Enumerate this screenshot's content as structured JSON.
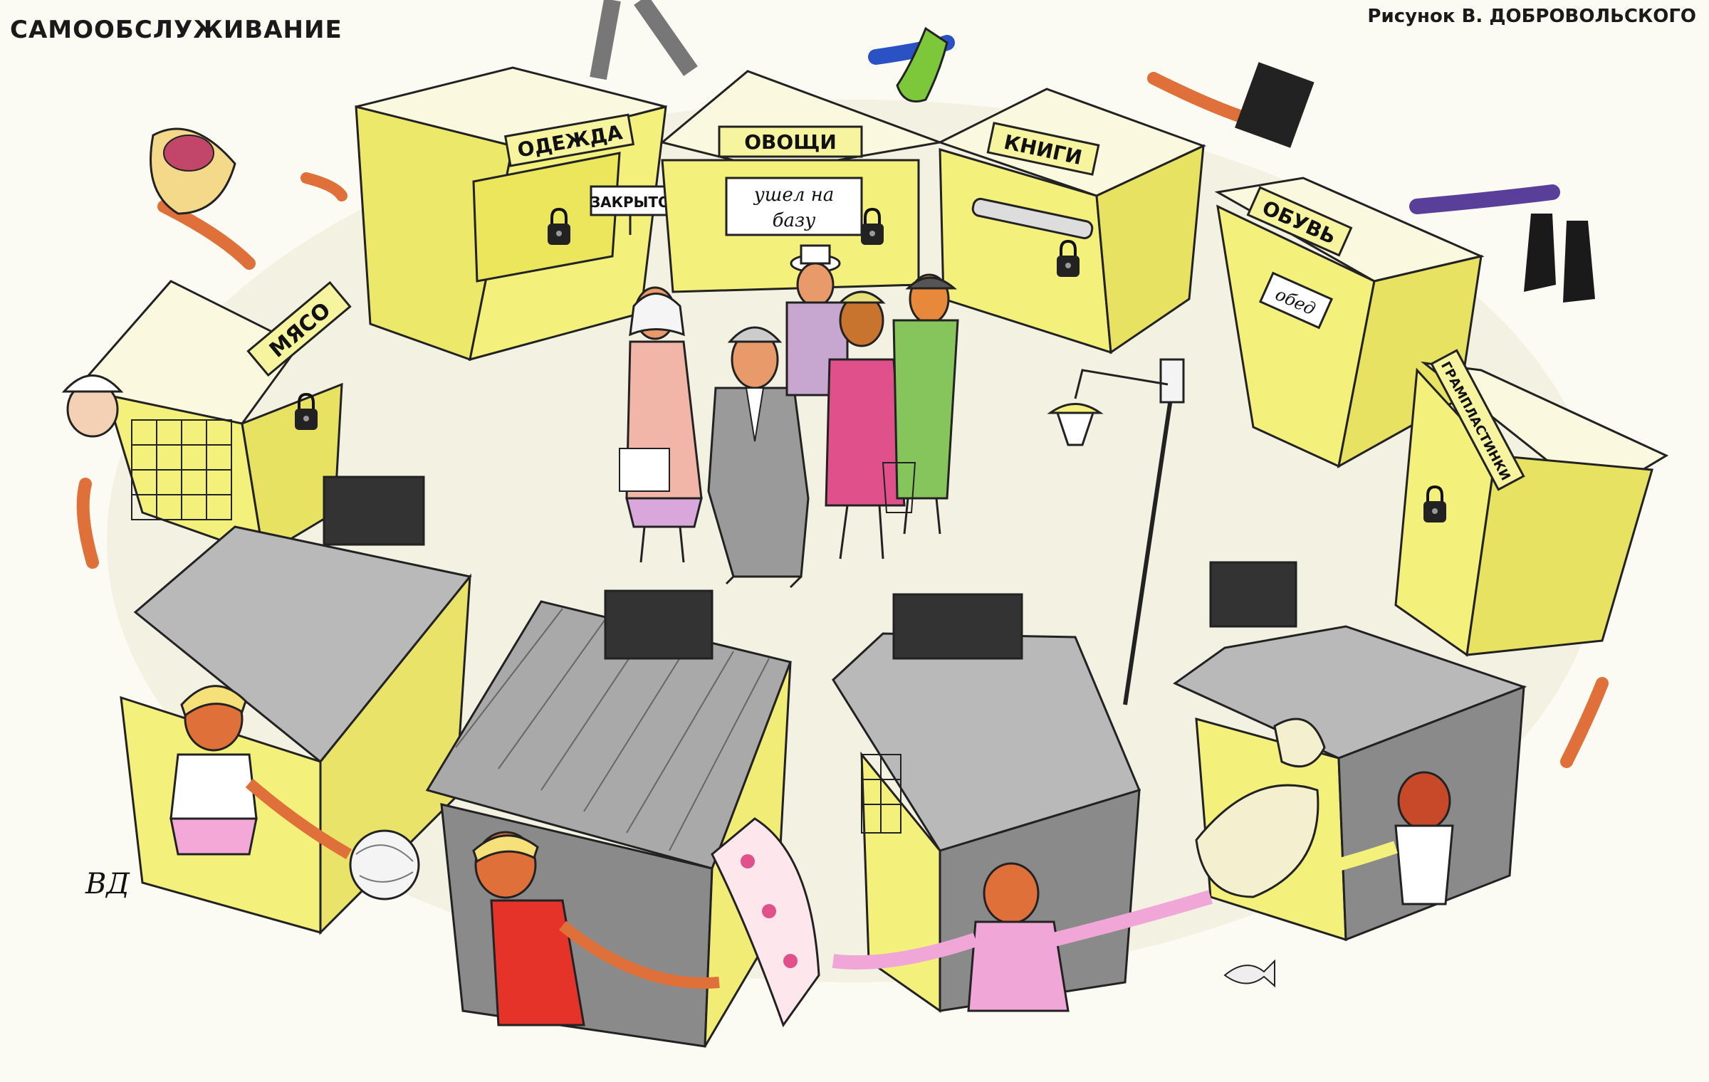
{
  "title": "САМООБСЛУЖИВАНИЕ",
  "credit": "Рисунок В. ДОБРОВОЛЬСКОГО",
  "stalls": [
    {
      "id": "odezhda",
      "sign": "ОДЕЖДА",
      "note": "ЗАКРЫТО"
    },
    {
      "id": "ovoshchi",
      "sign": "ОВОЩИ",
      "note_line1": "ушел на",
      "note_line2": "базу"
    },
    {
      "id": "knigi",
      "sign": "КНИГИ"
    },
    {
      "id": "obuv",
      "sign": "ОБУВЬ",
      "note": "обед"
    },
    {
      "id": "myaso",
      "sign": "МЯСО"
    },
    {
      "id": "gramplastinki",
      "sign": "ГРАМПЛАСТИНКИ"
    }
  ],
  "signature": "ВД",
  "colors": {
    "stall_yellow": "#f2ee7a",
    "roof_grey": "#b9b9b9",
    "roof_cream": "#f6f2dc",
    "skin": "#e0703a",
    "accent_pink": "#e0508a"
  }
}
